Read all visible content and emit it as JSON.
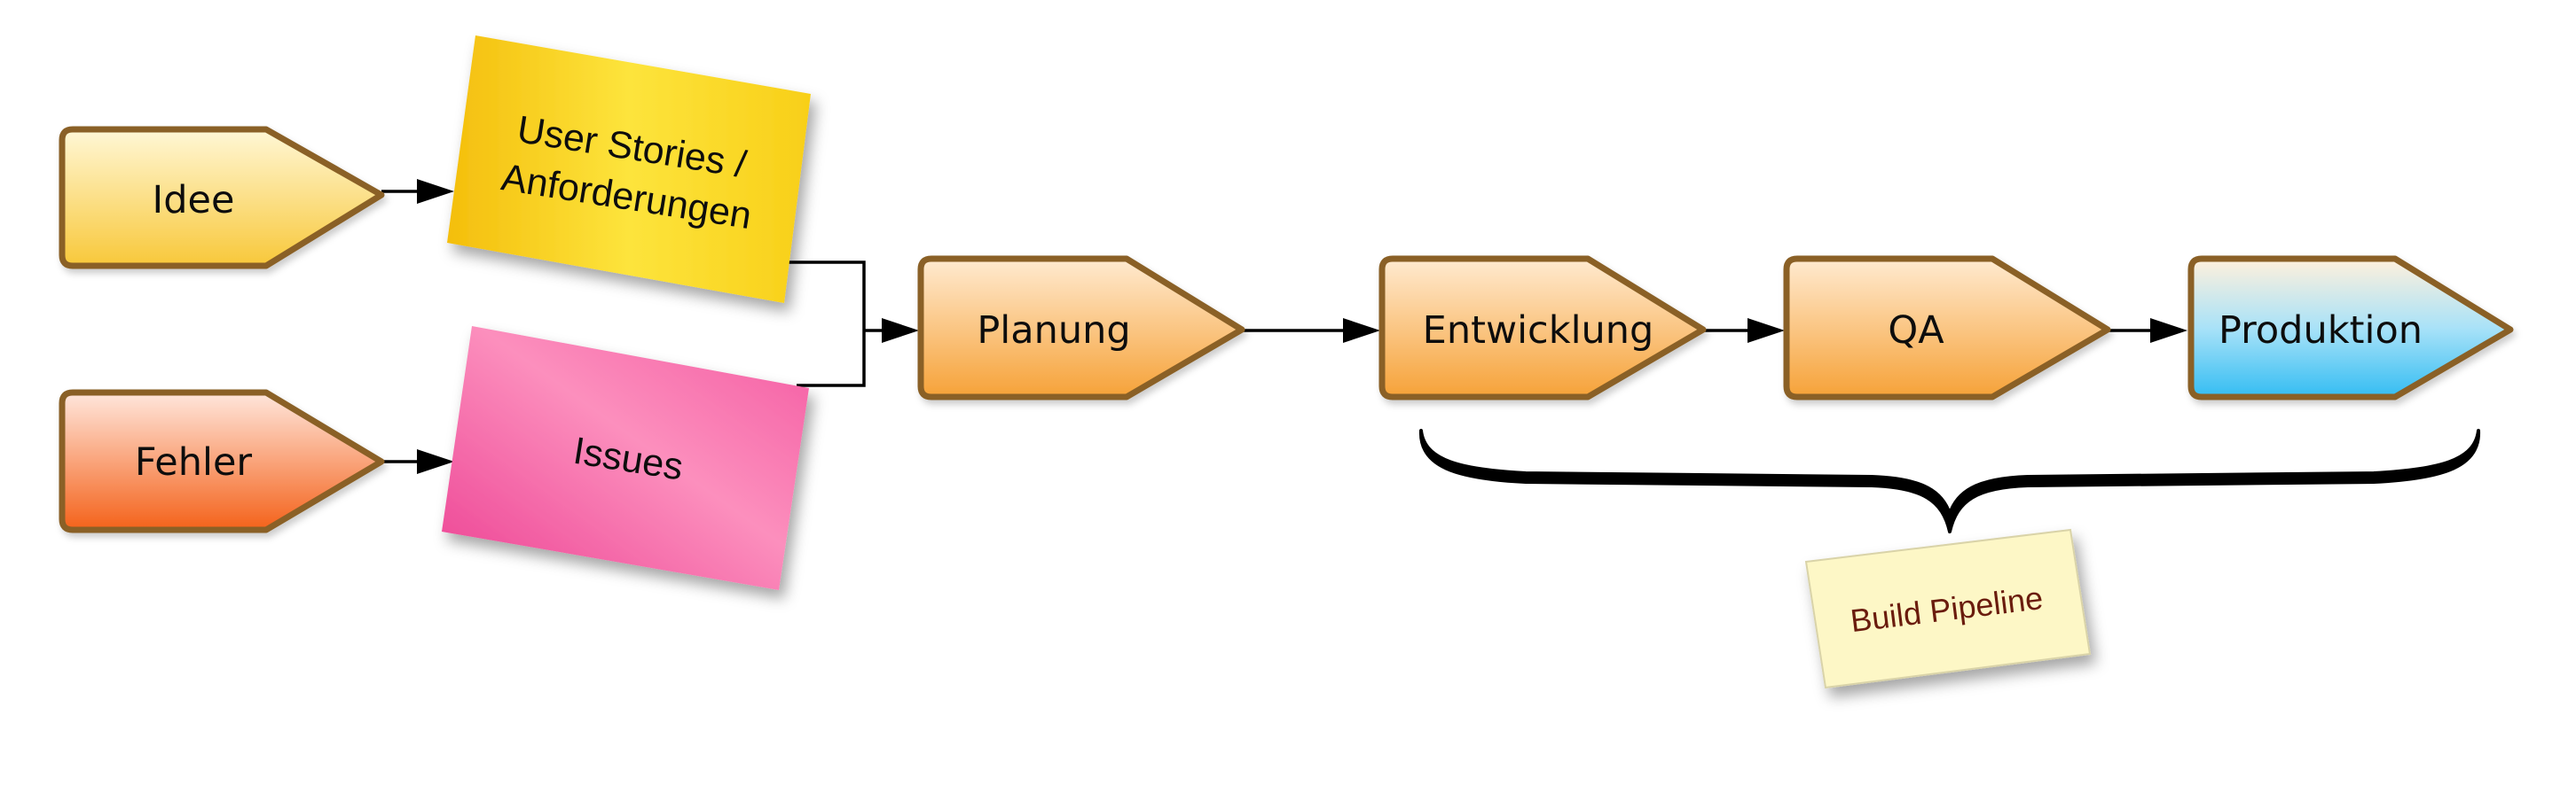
{
  "nodes": {
    "idee": "Idee",
    "fehler": "Fehler",
    "planung": "Planung",
    "entwicklung": "Entwicklung",
    "qa": "QA",
    "produktion": "Produktion"
  },
  "notes": {
    "user_stories_line1": "User Stories /",
    "user_stories_line2": "Anforderungen",
    "issues": "Issues",
    "build_pipeline": "Build Pipeline"
  },
  "colors": {
    "outline": "#8a6127",
    "idee": [
      "#fff3c9",
      "#f9c93f"
    ],
    "fehler": [
      "#ffe1d5",
      "#f4651d"
    ],
    "orange": [
      "#ffe6c7",
      "#f7a53c"
    ],
    "produktion": [
      "#ffe6c7",
      "#3fc2f3"
    ],
    "sticky_yellow": [
      "#f5c413",
      "#fde03a"
    ],
    "sticky_pink": [
      "#ef4e9c",
      "#fb8ab8"
    ],
    "sticky_cream": "#fdf7c6"
  }
}
